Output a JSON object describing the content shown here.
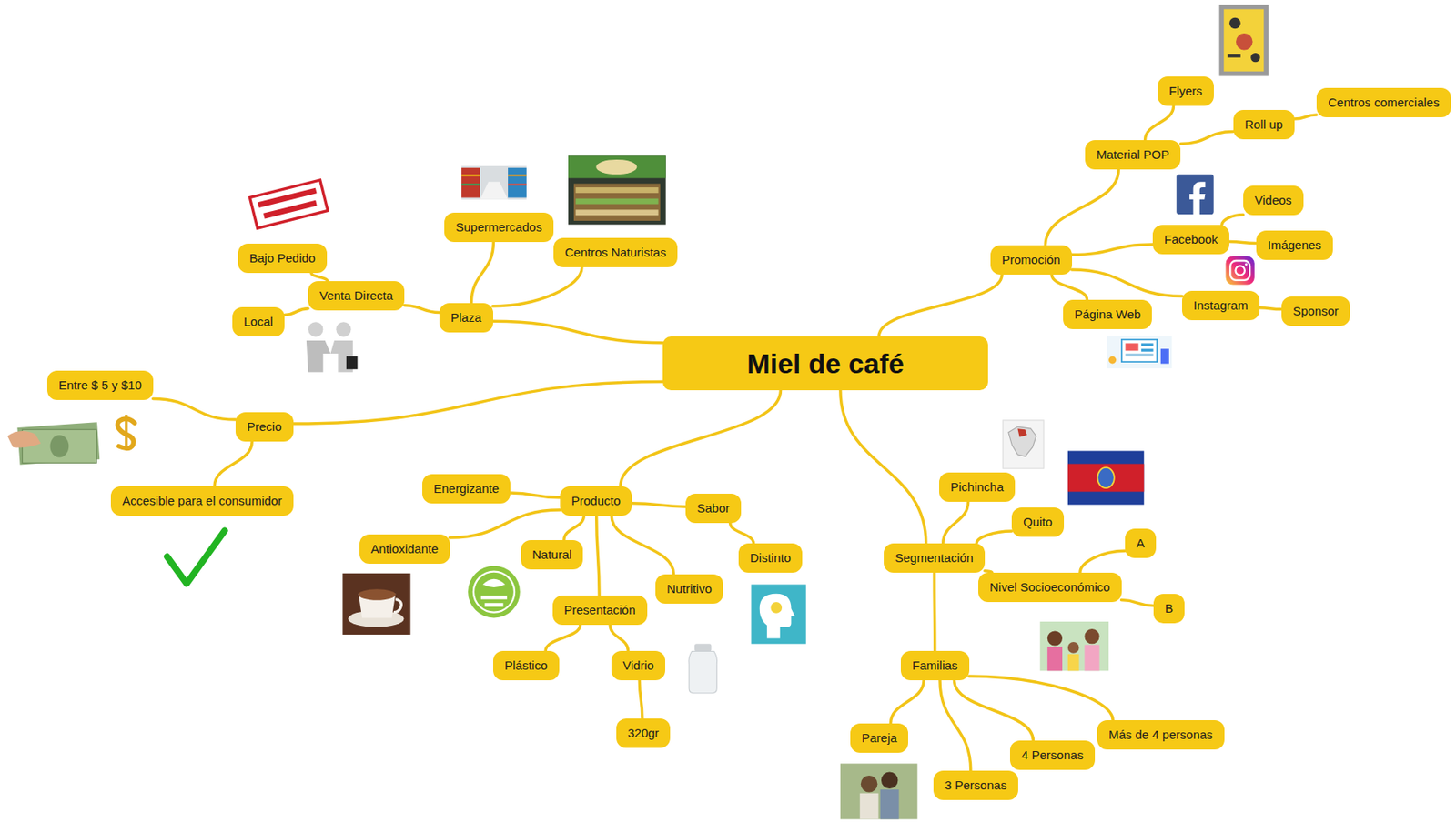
{
  "diagram": {
    "nodes": [
      {
        "text": [
          "Miel de café"
        ]
      },
      {
        "text": [
          "Promoción"
        ]
      },
      {
        "text": [
          "Material POP"
        ]
      },
      {
        "text": [
          "Flyers"
        ]
      },
      {
        "text": [
          "Roll up"
        ]
      },
      {
        "text": [
          "Centros comerciales"
        ]
      },
      {
        "text": [
          "Facebook"
        ]
      },
      {
        "text": [
          "Videos"
        ]
      },
      {
        "text": [
          "Imágenes"
        ]
      },
      {
        "text": [
          "Instagram"
        ]
      },
      {
        "text": [
          "Sponsor"
        ]
      },
      {
        "text": [
          "Página Web"
        ]
      },
      {
        "text": [
          "Plaza"
        ]
      },
      {
        "text": [
          "Venta Directa"
        ]
      },
      {
        "text": [
          "Bajo Pedido"
        ]
      },
      {
        "text": [
          "Local"
        ]
      },
      {
        "text": [
          "Supermercados"
        ]
      },
      {
        "text": [
          "Centros Naturistas"
        ]
      },
      {
        "text": [
          "Precio"
        ]
      },
      {
        "text": [
          "Entre $ 5 y $10"
        ]
      },
      {
        "text": [
          "Accesible para el consumidor"
        ]
      },
      {
        "text": [
          "Producto"
        ]
      },
      {
        "text": [
          "Energizante"
        ]
      },
      {
        "text": [
          "Antioxidante"
        ]
      },
      {
        "text": [
          "Natural"
        ]
      },
      {
        "text": [
          "Presentación"
        ]
      },
      {
        "text": [
          "Plástico"
        ]
      },
      {
        "text": [
          "Vidrio"
        ]
      },
      {
        "text": [
          "320gr"
        ]
      },
      {
        "text": [
          "Nutritivo"
        ]
      },
      {
        "text": [
          "Sabor"
        ]
      },
      {
        "text": [
          "Distinto"
        ]
      },
      {
        "text": [
          "Segmentación"
        ]
      },
      {
        "text": [
          "Pichincha"
        ]
      },
      {
        "text": [
          "Quito"
        ]
      },
      {
        "text": [
          "Nivel Socioeconómico"
        ]
      },
      {
        "text": [
          "A"
        ]
      },
      {
        "text": [
          "B"
        ]
      },
      {
        "text": [
          "Familias"
        ]
      },
      {
        "text": [
          "Pareja"
        ]
      },
      {
        "text": [
          "3 Personas"
        ]
      },
      {
        "text": [
          "4 Personas"
        ]
      },
      {
        "text": [
          "Más de 4 personas"
        ]
      }
    ],
    "edges": [
      {
        "from": 0,
        "to": 1,
        "arrow": "none"
      },
      {
        "from": 1,
        "to": 2,
        "arrow": "none"
      },
      {
        "from": 2,
        "to": 3,
        "arrow": "none"
      },
      {
        "from": 2,
        "to": 4,
        "arrow": "none"
      },
      {
        "from": 4,
        "to": 5,
        "arrow": "none"
      },
      {
        "from": 1,
        "to": 6,
        "arrow": "none"
      },
      {
        "from": 6,
        "to": 7,
        "arrow": "none"
      },
      {
        "from": 6,
        "to": 8,
        "arrow": "none"
      },
      {
        "from": 1,
        "to": 9,
        "arrow": "none"
      },
      {
        "from": 9,
        "to": 10,
        "arrow": "none"
      },
      {
        "from": 1,
        "to": 11,
        "arrow": "none"
      },
      {
        "from": 0,
        "to": 12,
        "arrow": "none"
      },
      {
        "from": 12,
        "to": 13,
        "arrow": "none"
      },
      {
        "from": 13,
        "to": 14,
        "arrow": "none"
      },
      {
        "from": 13,
        "to": 15,
        "arrow": "none"
      },
      {
        "from": 12,
        "to": 16,
        "arrow": "none"
      },
      {
        "from": 12,
        "to": 17,
        "arrow": "none"
      },
      {
        "from": 0,
        "to": 18,
        "arrow": "none"
      },
      {
        "from": 18,
        "to": 19,
        "arrow": "none"
      },
      {
        "from": 18,
        "to": 20,
        "arrow": "none"
      },
      {
        "from": 0,
        "to": 21,
        "arrow": "none"
      },
      {
        "from": 21,
        "to": 22,
        "arrow": "none"
      },
      {
        "from": 21,
        "to": 23,
        "arrow": "none"
      },
      {
        "from": 21,
        "to": 24,
        "arrow": "none"
      },
      {
        "from": 21,
        "to": 25,
        "arrow": "none"
      },
      {
        "from": 25,
        "to": 26,
        "arrow": "none"
      },
      {
        "from": 25,
        "to": 27,
        "arrow": "none"
      },
      {
        "from": 27,
        "to": 28,
        "arrow": "none"
      },
      {
        "from": 21,
        "to": 29,
        "arrow": "none"
      },
      {
        "from": 21,
        "to": 30,
        "arrow": "none"
      },
      {
        "from": 30,
        "to": 31,
        "arrow": "none"
      },
      {
        "from": 0,
        "to": 32,
        "arrow": "none"
      },
      {
        "from": 32,
        "to": 33,
        "arrow": "none"
      },
      {
        "from": 32,
        "to": 34,
        "arrow": "none"
      },
      {
        "from": 32,
        "to": 35,
        "arrow": "none"
      },
      {
        "from": 35,
        "to": 36,
        "arrow": "none"
      },
      {
        "from": 35,
        "to": 37,
        "arrow": "none"
      },
      {
        "from": 32,
        "to": 38,
        "arrow": "none"
      },
      {
        "from": 38,
        "to": 39,
        "arrow": "none"
      },
      {
        "from": 38,
        "to": 40,
        "arrow": "none"
      },
      {
        "from": 38,
        "to": 41,
        "arrow": "none"
      },
      {
        "from": 38,
        "to": 42,
        "arrow": "none"
      }
    ]
  }
}
